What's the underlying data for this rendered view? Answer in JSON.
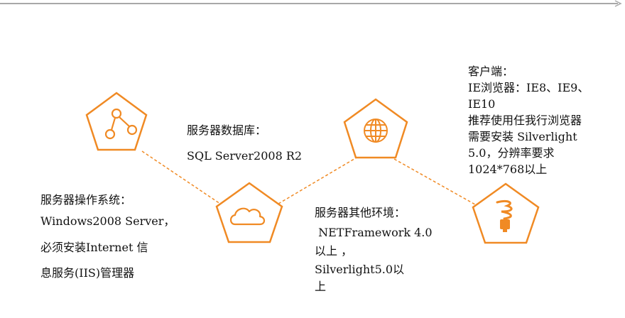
{
  "colors": {
    "accent": "#f08a24",
    "connector": "#f08a24",
    "top_line": "#a8a8a8",
    "icon_fill": "#ffffff",
    "bulb_base": "#f08a24"
  },
  "icons": {
    "share": "share-network-icon",
    "cloud": "cloud-icon",
    "globe": "globe-icon",
    "bulb": "lightbulb-icon"
  },
  "server_os": {
    "title": "服务器操作系统：",
    "line1": "Windows2008 Server，",
    "line2": "必须安装Internet 信",
    "line3": "息服务(IIS)管理器"
  },
  "server_db": {
    "title": "服务器数据库：",
    "value": "SQL Server2008 R2"
  },
  "server_env": {
    "title": "服务器其他环境：",
    "line1": " NETFramework 4.0",
    "line2": "以上 ，",
    "line3": "Silverlight5.0以",
    "line4": "上"
  },
  "client": {
    "title": "客户端：",
    "line1": "IE浏览器：IE8、IE9、",
    "line2": "IE10",
    "line3": "推荐使用任我行浏览器",
    "line4": "需要安装 Silverlight",
    "line5": "5.0，分辨率要求",
    "line6": "1024*768以上"
  }
}
